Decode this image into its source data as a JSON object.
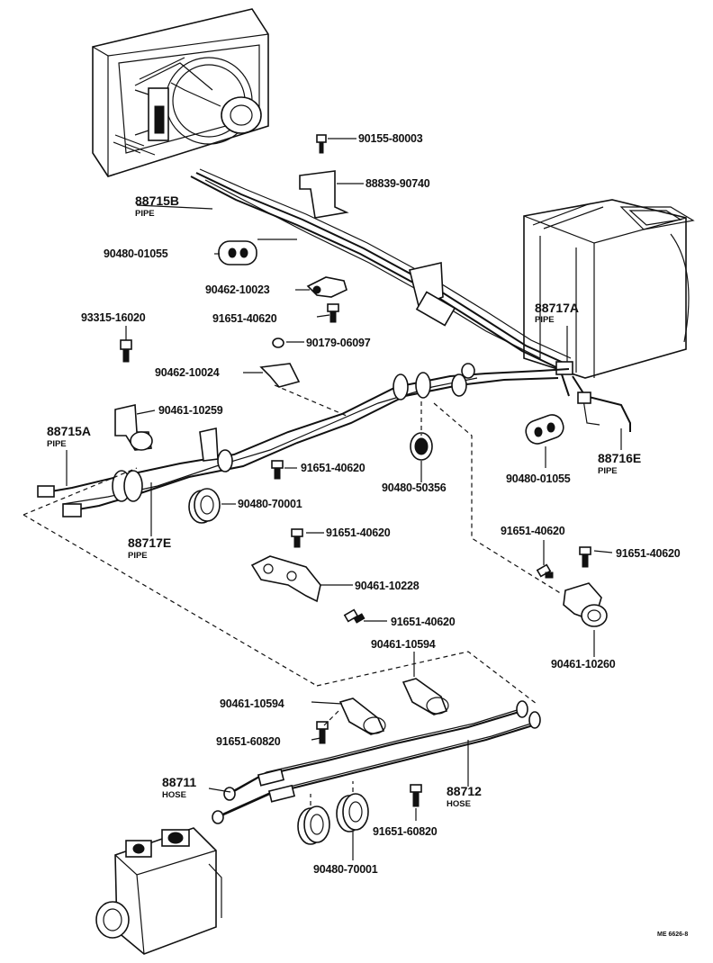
{
  "labels": {
    "p90155_80003": "90155-80003",
    "p88839_90740": "88839-90740",
    "p88715B": "88715B",
    "p88715B_sub": "PIPE",
    "p90480_01055_a": "90480-01055",
    "p90462_10023": "90462-10023",
    "p91651_40620_a": "91651-40620",
    "p93315_16020": "93315-16020",
    "p90179_06097": "90179-06097",
    "p90462_10024": "90462-10024",
    "p88717A": "88717A",
    "p88717A_sub": "PIPE",
    "p90461_10259": "90461-10259",
    "p88715A": "88715A",
    "p88715A_sub": "PIPE",
    "p91651_40620_b": "91651-40620",
    "p90480_50356": "90480-50356",
    "p90480_01055_b": "90480-01055",
    "p88716E": "88716E",
    "p88716E_sub": "PIPE",
    "p90480_70001_a": "90480-70001",
    "p88717E": "88717E",
    "p88717E_sub": "PIPE",
    "p91651_40620_c": "91651-40620",
    "p91651_40620_d": "91651-40620",
    "p91651_40620_e": "91651-40620",
    "p90461_10228": "90461-10228",
    "p91651_40620_f": "91651-40620",
    "p90461_10260": "90461-10260",
    "p90461_10594_a": "90461-10594",
    "p90461_10594_b": "90461-10594",
    "p91651_60820_a": "91651-60820",
    "p88711": "88711",
    "p88711_sub": "HOSE",
    "p88712": "88712",
    "p88712_sub": "HOSE",
    "p91651_60820_b": "91651-60820",
    "p90480_70001_b": "90480-70001",
    "drawing_code": "ME 6626-8"
  }
}
